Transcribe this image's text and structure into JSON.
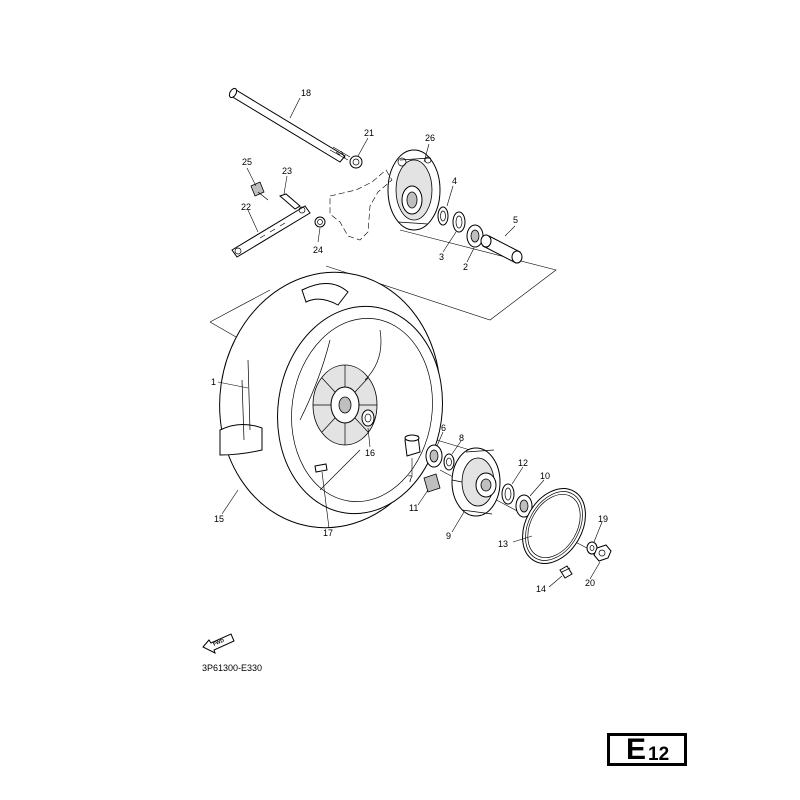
{
  "diagram": {
    "part_code": "3P61300-E330",
    "page_badge": {
      "letter": "E",
      "number": "12"
    },
    "fwd_label": "FWD",
    "callouts": {
      "c1": "1",
      "c2": "2",
      "c3": "3",
      "c4": "4",
      "c5": "5",
      "c6": "6",
      "c7": "7",
      "c8": "8",
      "c9": "9",
      "c10": "10",
      "c11": "11",
      "c12": "12",
      "c13": "13",
      "c14": "14",
      "c15": "15",
      "c16": "16",
      "c17": "17",
      "c18": "18",
      "c19": "19",
      "c20": "20",
      "c21": "21",
      "c22": "22",
      "c23": "23",
      "c24": "24",
      "c25": "25",
      "c26": "26"
    }
  }
}
